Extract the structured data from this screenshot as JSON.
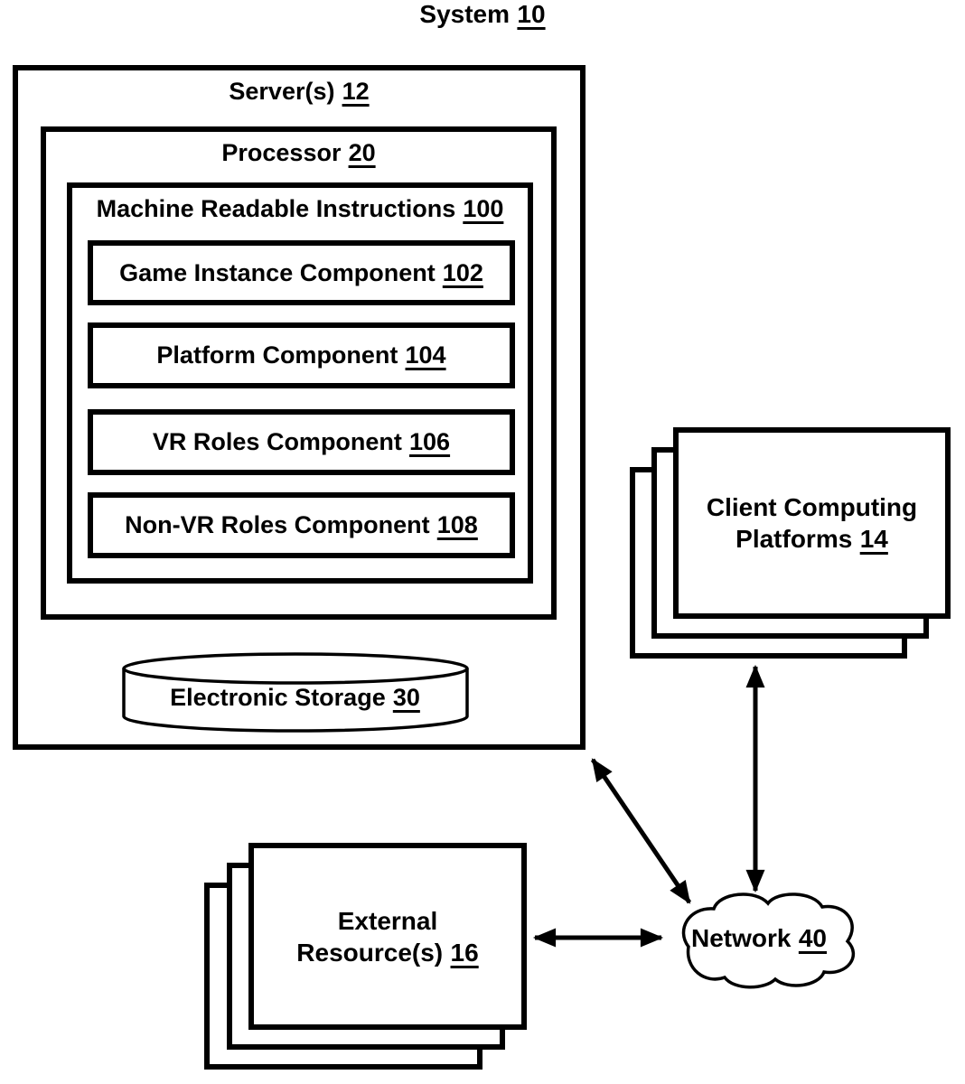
{
  "figure": {
    "title": {
      "text": "System",
      "ref": "10"
    },
    "server": {
      "text": "Server(s)",
      "ref": "12"
    },
    "processor": {
      "text": "Processor",
      "ref": "20"
    },
    "instructions": {
      "text": "Machine Readable Instructions",
      "ref": "100"
    },
    "components": [
      {
        "text": "Game Instance Component",
        "ref": "102"
      },
      {
        "text": "Platform Component",
        "ref": "104"
      },
      {
        "text": "VR Roles Component",
        "ref": "106"
      },
      {
        "text": "Non-VR Roles Component",
        "ref": "108"
      }
    ],
    "storage": {
      "text": "Electronic Storage",
      "ref": "30"
    },
    "client": {
      "line1": "Client Computing",
      "line2": "Platforms",
      "ref": "14"
    },
    "external": {
      "line1": "External",
      "line2": "Resource(s)",
      "ref": "16"
    },
    "network": {
      "text": "Network",
      "ref": "40"
    },
    "colors": {
      "ink": "#000000",
      "paper": "#ffffff"
    }
  }
}
